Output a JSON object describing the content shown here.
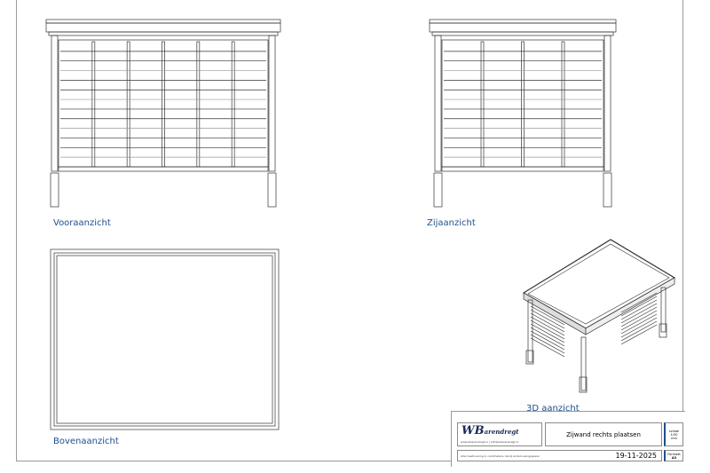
{
  "views": {
    "front": "Vooraanzicht",
    "side": "Zijaanzicht",
    "top": "Bovenaanzicht",
    "iso": "3D aanzicht"
  },
  "title_block": {
    "logo_text": "WBarendregt",
    "logo_initials": "WB",
    "logo_rest": "arendregt",
    "contact": "www.wbarendregt.nl | info@wbarendregt.nl",
    "title": "Zijwand rechts plaatsen",
    "scale_label": "schaal",
    "scale_value": "1/30",
    "scale_unit": "mm",
    "note": "Alle maatvoering in centimeters, tenzij anders aangegeven",
    "date": "19-11-2025",
    "format_label": "Formaat",
    "format_value": "A3"
  },
  "colors": {
    "label": "#1f4e8c",
    "line": "#333333"
  }
}
